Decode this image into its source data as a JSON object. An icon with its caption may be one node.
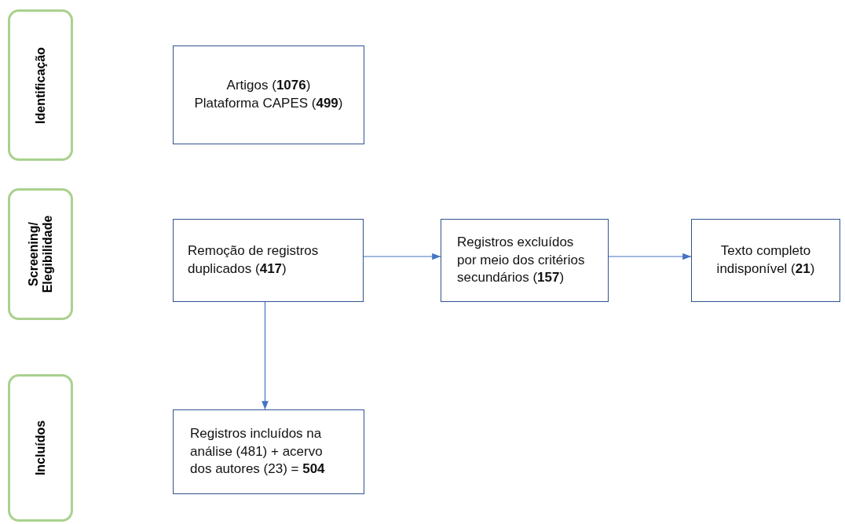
{
  "diagram": {
    "nodes": [
      {
        "text": [
          "Identificação"
        ]
      },
      {
        "text": [
          "Screening/ Elegibilidade"
        ]
      },
      {
        "text": [
          "Incluídos"
        ]
      },
      {
        "text": [
          "Artigos (**1076**) Plataforma CAPES (**499**)"
        ]
      },
      {
        "text": [
          "Remoção de registros duplicados (**417**)"
        ]
      },
      {
        "text": [
          "Registros excluídos por meio dos critérios secundários (**157**)"
        ]
      },
      {
        "text": [
          "Texto completo indisponível (**21**)"
        ]
      },
      {
        "text": [
          "Registros incluídos na análise (481) + acervo dos autores (23) = **504**"
        ]
      }
    ],
    "edges": [
      {
        "from": 4,
        "to": 5,
        "arrow": "to"
      },
      {
        "from": 5,
        "to": 6,
        "arrow": "to"
      },
      {
        "from": 4,
        "to": 7,
        "arrow": "to"
      }
    ]
  }
}
